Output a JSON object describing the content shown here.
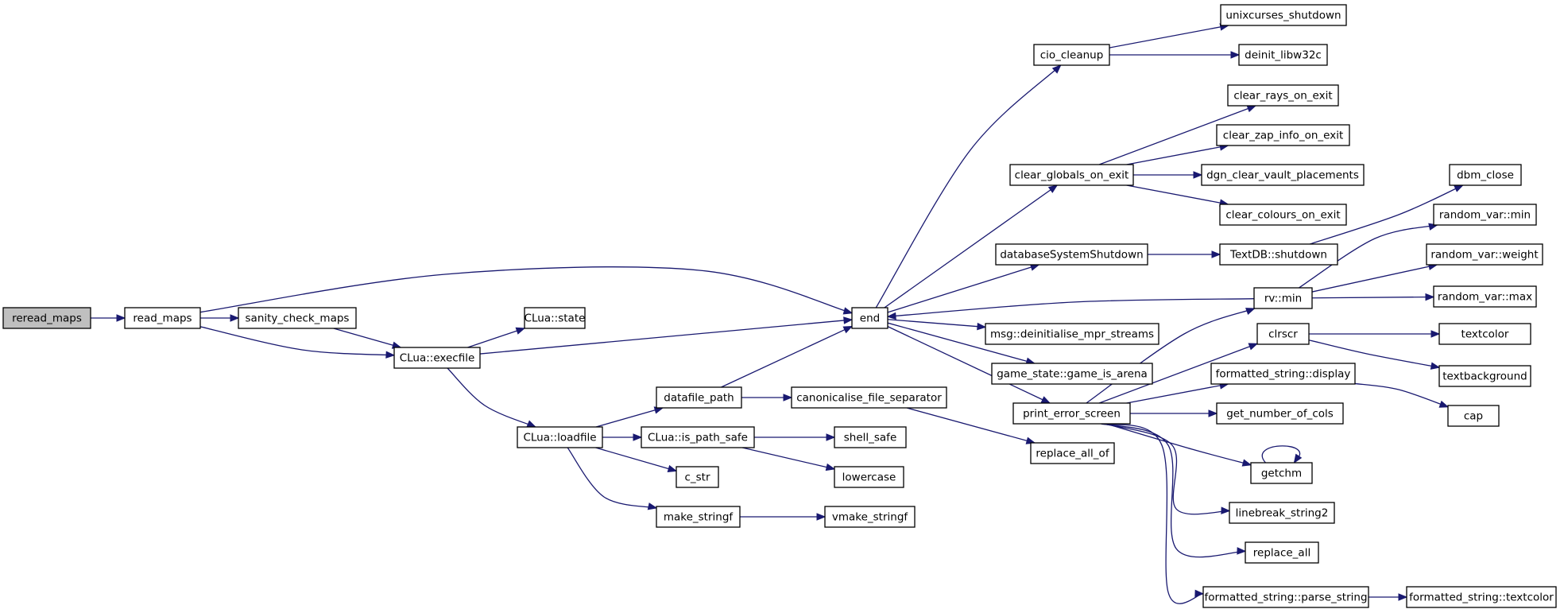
{
  "diagram": {
    "type": "call-graph",
    "colors": {
      "edge": "#191970",
      "node_border": "#000000",
      "node_fill": "#ffffff",
      "root_fill": "#bfbfbf"
    },
    "nodes": [
      {
        "id": "reread_maps",
        "label": "reread_maps",
        "root": true
      },
      {
        "id": "read_maps",
        "label": "read_maps"
      },
      {
        "id": "sanity_check_maps",
        "label": "sanity_check_maps"
      },
      {
        "id": "clua_execfile",
        "label": "CLua::execfile"
      },
      {
        "id": "clua_state",
        "label": "CLua::state"
      },
      {
        "id": "clua_loadfile",
        "label": "CLua::loadfile"
      },
      {
        "id": "datafile_path",
        "label": "datafile_path"
      },
      {
        "id": "canonicalise_file_separator",
        "label": "canonicalise_file_separator"
      },
      {
        "id": "clua_is_path_safe",
        "label": "CLua::is_path_safe"
      },
      {
        "id": "shell_safe",
        "label": "shell_safe"
      },
      {
        "id": "lowercase",
        "label": "lowercase"
      },
      {
        "id": "c_str",
        "label": "c_str"
      },
      {
        "id": "make_stringf",
        "label": "make_stringf"
      },
      {
        "id": "vmake_stringf",
        "label": "vmake_stringf"
      },
      {
        "id": "end",
        "label": "end"
      },
      {
        "id": "cio_cleanup",
        "label": "cio_cleanup"
      },
      {
        "id": "unixcurses_shutdown",
        "label": "unixcurses_shutdown"
      },
      {
        "id": "deinit_libw32c",
        "label": "deinit_libw32c"
      },
      {
        "id": "clear_globals_on_exit",
        "label": "clear_globals_on_exit"
      },
      {
        "id": "clear_rays_on_exit",
        "label": "clear_rays_on_exit"
      },
      {
        "id": "clear_zap_info_on_exit",
        "label": "clear_zap_info_on_exit"
      },
      {
        "id": "dgn_clear_vault_placements",
        "label": "dgn_clear_vault_placements"
      },
      {
        "id": "clear_colours_on_exit",
        "label": "clear_colours_on_exit"
      },
      {
        "id": "databaseSystemShutdown",
        "label": "databaseSystemShutdown"
      },
      {
        "id": "textdb_shutdown",
        "label": "TextDB::shutdown"
      },
      {
        "id": "dbm_close",
        "label": "dbm_close"
      },
      {
        "id": "msg_deinitialise",
        "label": "msg::deinitialise_mpr_streams"
      },
      {
        "id": "game_is_arena",
        "label": "game_state::game_is_arena"
      },
      {
        "id": "print_error_screen",
        "label": "print_error_screen"
      },
      {
        "id": "replace_all_of",
        "label": "replace_all_of"
      },
      {
        "id": "rv_min",
        "label": "rv::min"
      },
      {
        "id": "random_var_min",
        "label": "random_var::min"
      },
      {
        "id": "random_var_weight",
        "label": "random_var::weight"
      },
      {
        "id": "random_var_max",
        "label": "random_var::max"
      },
      {
        "id": "clrscr",
        "label": "clrscr"
      },
      {
        "id": "textcolor",
        "label": "textcolor"
      },
      {
        "id": "textbackground",
        "label": "textbackground"
      },
      {
        "id": "fs_display",
        "label": "formatted_string::display"
      },
      {
        "id": "cap",
        "label": "cap"
      },
      {
        "id": "get_number_of_cols",
        "label": "get_number_of_cols"
      },
      {
        "id": "getchm",
        "label": "getchm"
      },
      {
        "id": "linebreak_string2",
        "label": "linebreak_string2"
      },
      {
        "id": "replace_all",
        "label": "replace_all"
      },
      {
        "id": "fs_parse_string",
        "label": "formatted_string::parse_string"
      },
      {
        "id": "fs_textcolor",
        "label": "formatted_string::textcolor"
      }
    ],
    "edges": [
      [
        "reread_maps",
        "read_maps"
      ],
      [
        "read_maps",
        "sanity_check_maps"
      ],
      [
        "read_maps",
        "clua_execfile"
      ],
      [
        "read_maps",
        "end"
      ],
      [
        "sanity_check_maps",
        "clua_execfile"
      ],
      [
        "clua_execfile",
        "clua_state"
      ],
      [
        "clua_execfile",
        "end"
      ],
      [
        "clua_execfile",
        "clua_loadfile"
      ],
      [
        "clua_loadfile",
        "datafile_path"
      ],
      [
        "clua_loadfile",
        "clua_is_path_safe"
      ],
      [
        "clua_loadfile",
        "c_str"
      ],
      [
        "clua_loadfile",
        "make_stringf"
      ],
      [
        "datafile_path",
        "end"
      ],
      [
        "datafile_path",
        "canonicalise_file_separator"
      ],
      [
        "canonicalise_file_separator",
        "replace_all_of"
      ],
      [
        "clua_is_path_safe",
        "shell_safe"
      ],
      [
        "clua_is_path_safe",
        "lowercase"
      ],
      [
        "make_stringf",
        "vmake_stringf"
      ],
      [
        "end",
        "cio_cleanup"
      ],
      [
        "end",
        "clear_globals_on_exit"
      ],
      [
        "end",
        "databaseSystemShutdown"
      ],
      [
        "end",
        "msg_deinitialise"
      ],
      [
        "end",
        "game_is_arena"
      ],
      [
        "end",
        "print_error_screen"
      ],
      [
        "cio_cleanup",
        "unixcurses_shutdown"
      ],
      [
        "cio_cleanup",
        "deinit_libw32c"
      ],
      [
        "clear_globals_on_exit",
        "clear_rays_on_exit"
      ],
      [
        "clear_globals_on_exit",
        "clear_zap_info_on_exit"
      ],
      [
        "clear_globals_on_exit",
        "dgn_clear_vault_placements"
      ],
      [
        "clear_globals_on_exit",
        "clear_colours_on_exit"
      ],
      [
        "databaseSystemShutdown",
        "textdb_shutdown"
      ],
      [
        "textdb_shutdown",
        "dbm_close"
      ],
      [
        "rv_min",
        "end"
      ],
      [
        "rv_min",
        "random_var_min"
      ],
      [
        "rv_min",
        "random_var_weight"
      ],
      [
        "rv_min",
        "random_var_max"
      ],
      [
        "print_error_screen",
        "rv_min"
      ],
      [
        "print_error_screen",
        "clrscr"
      ],
      [
        "print_error_screen",
        "fs_display"
      ],
      [
        "print_error_screen",
        "get_number_of_cols"
      ],
      [
        "print_error_screen",
        "getchm"
      ],
      [
        "print_error_screen",
        "linebreak_string2"
      ],
      [
        "print_error_screen",
        "replace_all"
      ],
      [
        "print_error_screen",
        "fs_parse_string"
      ],
      [
        "clrscr",
        "textcolor"
      ],
      [
        "clrscr",
        "textbackground"
      ],
      [
        "fs_display",
        "cap"
      ],
      [
        "fs_parse_string",
        "fs_textcolor"
      ],
      [
        "getchm",
        "getchm"
      ]
    ]
  }
}
